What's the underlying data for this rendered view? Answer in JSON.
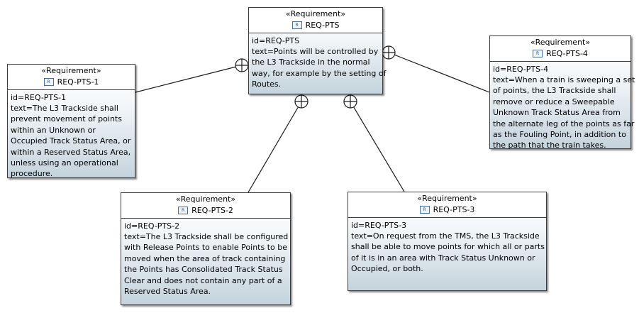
{
  "diagram": {
    "requirements": [
      {
        "key": "pts",
        "stereotype": "«Requirement»",
        "icon": "requirement-icon",
        "name": "REQ-PTS",
        "id_line": "id=REQ-PTS",
        "text_lines": [
          "text=Points will be controlled by",
          "the L3 Trackside in the normal",
          "way, for example by the setting of",
          "Routes."
        ]
      },
      {
        "key": "pts1",
        "stereotype": "«Requirement»",
        "icon": "requirement-icon",
        "name": "REQ-PTS-1",
        "id_line": "id=REQ-PTS-1",
        "text_lines": [
          "text=The L3 Trackside shall",
          "prevent movement of points",
          "within an Unknown or",
          "Occupied Track Status Area, or",
          "within a Reserved Status Area,",
          "unless using an operational",
          "procedure."
        ]
      },
      {
        "key": "pts2",
        "stereotype": "«Requirement»",
        "icon": "requirement-icon",
        "name": "REQ-PTS-2",
        "id_line": "id=REQ-PTS-2",
        "text_lines": [
          "text=The L3 Trackside shall be configured",
          "with Release Points to enable Points to be",
          "moved when the area of track containing",
          "the Points has Consolidated Track Status",
          "Clear and does not contain any part of a",
          "Reserved Status Area."
        ]
      },
      {
        "key": "pts3",
        "stereotype": "«Requirement»",
        "icon": "requirement-icon",
        "name": "REQ-PTS-3",
        "id_line": "id=REQ-PTS-3",
        "text_lines": [
          "text=On request from the TMS, the L3 Trackside",
          "shall be able to move points for which all or parts",
          "of it is in an area with Track Status Unknown or",
          "Occupied, or both."
        ]
      },
      {
        "key": "pts4",
        "stereotype": "«Requirement»",
        "icon": "requirement-icon",
        "name": "REQ-PTS-4",
        "id_line": "id=REQ-PTS-4",
        "text_lines": [
          "text=When a train is sweeping a set",
          "of points, the L3 Trackside shall",
          "remove or reduce a Sweepable",
          "Unknown Track Status Area from",
          "the alternate leg of the points as far",
          "as the Fouling Point, in addition to",
          "the path that the train takes."
        ]
      }
    ],
    "containment_links": [
      {
        "from": "pts",
        "to": "pts1"
      },
      {
        "from": "pts",
        "to": "pts2"
      },
      {
        "from": "pts",
        "to": "pts3"
      },
      {
        "from": "pts",
        "to": "pts4"
      }
    ]
  }
}
